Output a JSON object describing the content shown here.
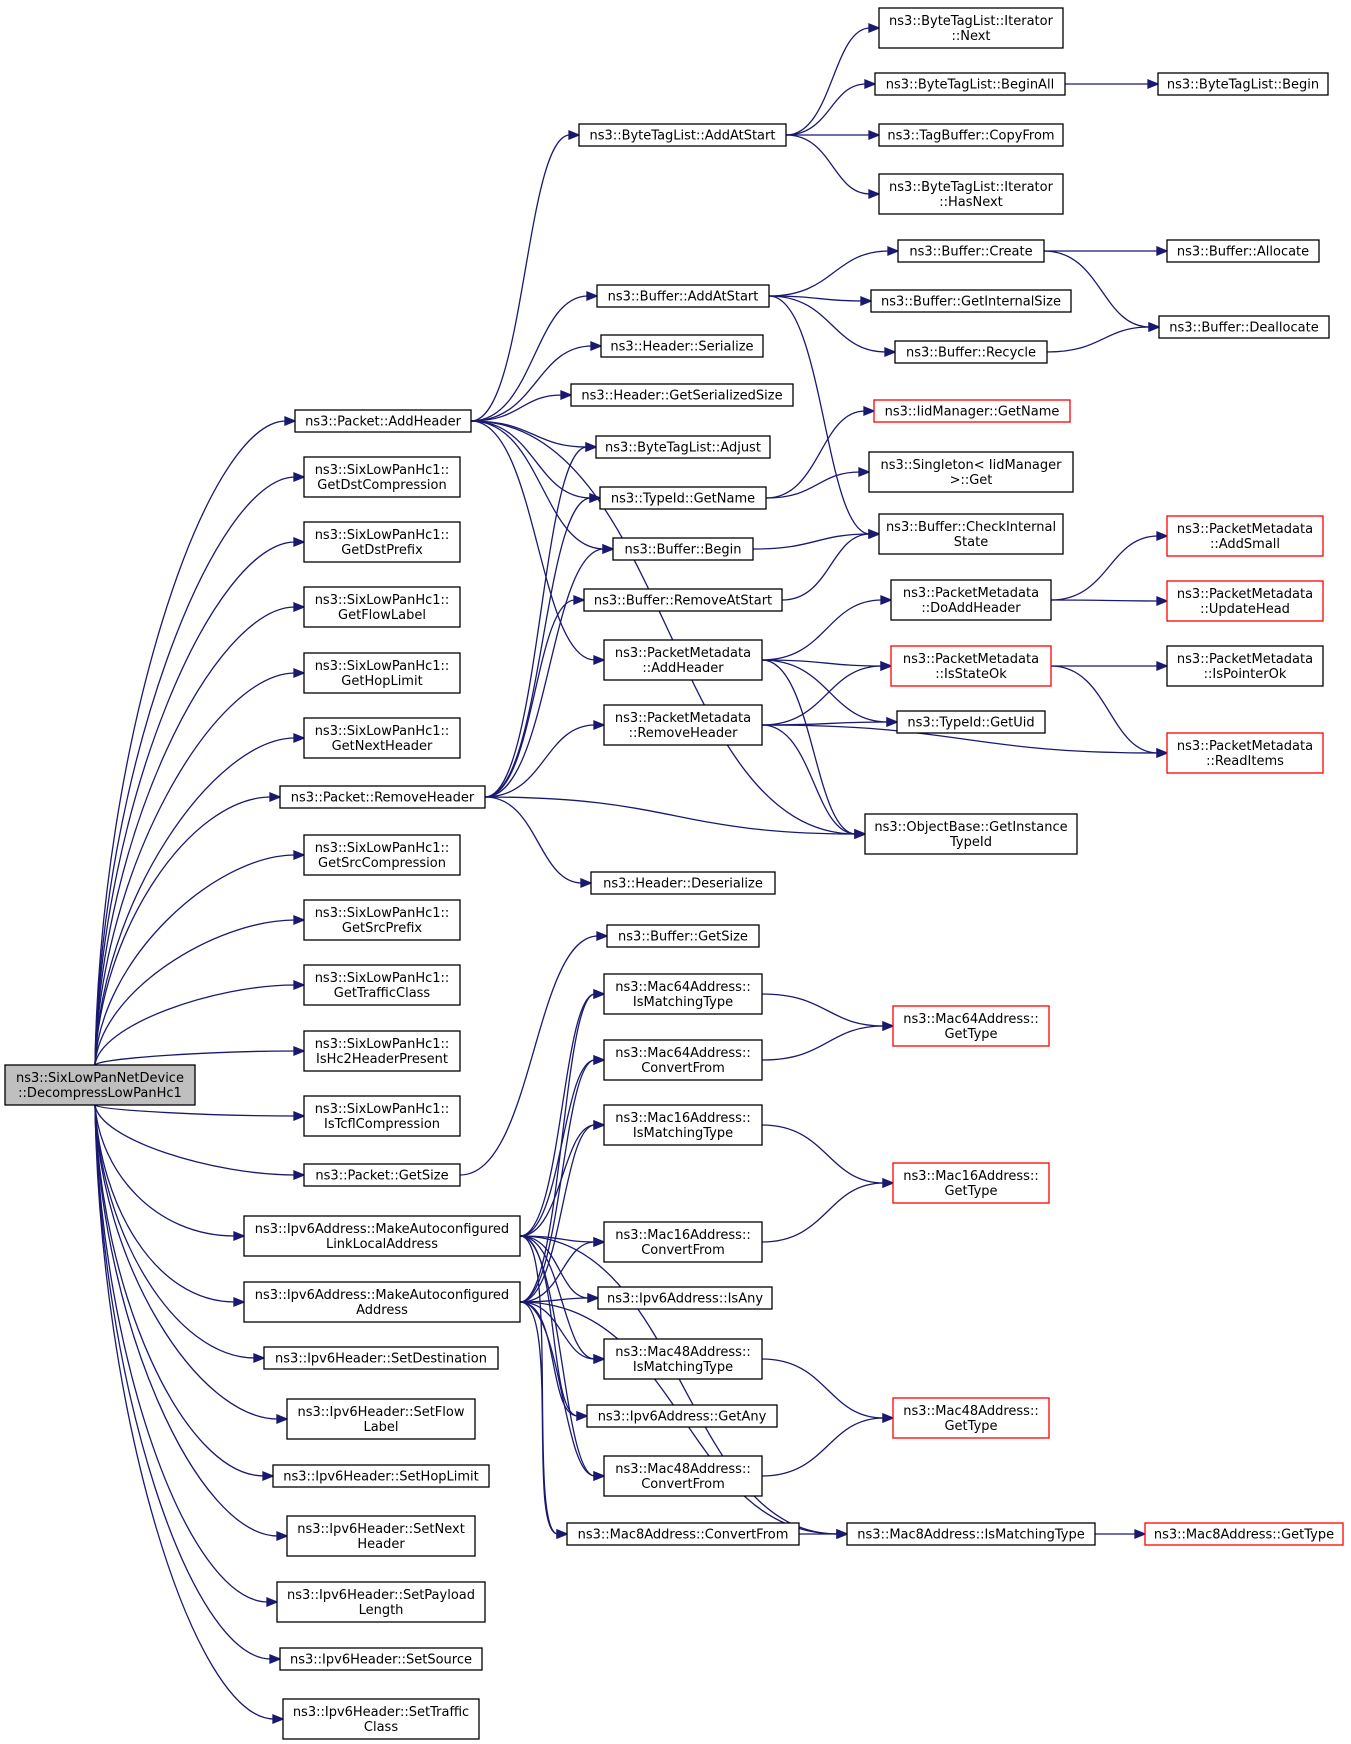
{
  "diagram": {
    "colors": {
      "edge": "#191970",
      "border": "#000000",
      "border_incomplete": "#ff0000",
      "root_fill": "#bfbfbf"
    },
    "nodes": [
      {
        "id": "root",
        "lines": [
          "ns3::SixLowPanNetDevice",
          "::DecompressLowPanHc1"
        ],
        "root": true
      },
      {
        "id": "pkt_addheader",
        "lines": [
          "ns3::Packet::AddHeader"
        ]
      },
      {
        "id": "hc1_getdstcomp",
        "lines": [
          "ns3::SixLowPanHc1::",
          "GetDstCompression"
        ]
      },
      {
        "id": "hc1_getdstprefix",
        "lines": [
          "ns3::SixLowPanHc1::",
          "GetDstPrefix"
        ]
      },
      {
        "id": "hc1_getflowlabel",
        "lines": [
          "ns3::SixLowPanHc1::",
          "GetFlowLabel"
        ]
      },
      {
        "id": "hc1_gethoplimit",
        "lines": [
          "ns3::SixLowPanHc1::",
          "GetHopLimit"
        ]
      },
      {
        "id": "hc1_getnextheader",
        "lines": [
          "ns3::SixLowPanHc1::",
          "GetNextHeader"
        ]
      },
      {
        "id": "pkt_removeheader",
        "lines": [
          "ns3::Packet::RemoveHeader"
        ]
      },
      {
        "id": "hc1_getsrccomp",
        "lines": [
          "ns3::SixLowPanHc1::",
          "GetSrcCompression"
        ]
      },
      {
        "id": "hc1_getsrcprefix",
        "lines": [
          "ns3::SixLowPanHc1::",
          "GetSrcPrefix"
        ]
      },
      {
        "id": "hc1_gettrafficclass",
        "lines": [
          "ns3::SixLowPanHc1::",
          "GetTrafficClass"
        ]
      },
      {
        "id": "hc1_ishc2",
        "lines": [
          "ns3::SixLowPanHc1::",
          "IsHc2HeaderPresent"
        ]
      },
      {
        "id": "hc1_istcfl",
        "lines": [
          "ns3::SixLowPanHc1::",
          "IsTcflCompression"
        ]
      },
      {
        "id": "pkt_getsize",
        "lines": [
          "ns3::Packet::GetSize"
        ]
      },
      {
        "id": "ipv6_makell",
        "lines": [
          "ns3::Ipv6Address::MakeAutoconfigured",
          "LinkLocalAddress"
        ]
      },
      {
        "id": "ipv6_makeac",
        "lines": [
          "ns3::Ipv6Address::MakeAutoconfigured",
          "Address"
        ]
      },
      {
        "id": "hdr_setdest",
        "lines": [
          "ns3::Ipv6Header::SetDestination"
        ]
      },
      {
        "id": "hdr_setflow",
        "lines": [
          "ns3::Ipv6Header::SetFlow",
          "Label"
        ]
      },
      {
        "id": "hdr_sethop",
        "lines": [
          "ns3::Ipv6Header::SetHopLimit"
        ]
      },
      {
        "id": "hdr_setnext",
        "lines": [
          "ns3::Ipv6Header::SetNext",
          "Header"
        ]
      },
      {
        "id": "hdr_setpayload",
        "lines": [
          "ns3::Ipv6Header::SetPayload",
          "Length"
        ]
      },
      {
        "id": "hdr_setsource",
        "lines": [
          "ns3::Ipv6Header::SetSource"
        ]
      },
      {
        "id": "hdr_settraffic",
        "lines": [
          "ns3::Ipv6Header::SetTraffic",
          "Class"
        ]
      },
      {
        "id": "btl_addatstart",
        "lines": [
          "ns3::ByteTagList::AddAtStart"
        ]
      },
      {
        "id": "buf_addatstart",
        "lines": [
          "ns3::Buffer::AddAtStart"
        ]
      },
      {
        "id": "header_serialize",
        "lines": [
          "ns3::Header::Serialize"
        ]
      },
      {
        "id": "header_getsersize",
        "lines": [
          "ns3::Header::GetSerializedSize"
        ]
      },
      {
        "id": "btl_adjust",
        "lines": [
          "ns3::ByteTagList::Adjust"
        ]
      },
      {
        "id": "typeid_getname",
        "lines": [
          "ns3::TypeId::GetName"
        ]
      },
      {
        "id": "buf_begin",
        "lines": [
          "ns3::Buffer::Begin"
        ]
      },
      {
        "id": "buf_removeatstart",
        "lines": [
          "ns3::Buffer::RemoveAtStart"
        ]
      },
      {
        "id": "pm_addheader",
        "lines": [
          "ns3::PacketMetadata",
          "::AddHeader"
        ]
      },
      {
        "id": "pm_removeheader",
        "lines": [
          "ns3::PacketMetadata",
          "::RemoveHeader"
        ]
      },
      {
        "id": "header_deserialize",
        "lines": [
          "ns3::Header::Deserialize"
        ]
      },
      {
        "id": "buf_getsize",
        "lines": [
          "ns3::Buffer::GetSize"
        ]
      },
      {
        "id": "m64_ismatch",
        "lines": [
          "ns3::Mac64Address::",
          "IsMatchingType"
        ]
      },
      {
        "id": "m64_convert",
        "lines": [
          "ns3::Mac64Address::",
          "ConvertFrom"
        ]
      },
      {
        "id": "m16_ismatch",
        "lines": [
          "ns3::Mac16Address::",
          "IsMatchingType"
        ]
      },
      {
        "id": "m16_convert",
        "lines": [
          "ns3::Mac16Address::",
          "ConvertFrom"
        ]
      },
      {
        "id": "ipv6_isany",
        "lines": [
          "ns3::Ipv6Address::IsAny"
        ]
      },
      {
        "id": "m48_ismatch",
        "lines": [
          "ns3::Mac48Address::",
          "IsMatchingType"
        ]
      },
      {
        "id": "ipv6_getany",
        "lines": [
          "ns3::Ipv6Address::GetAny"
        ]
      },
      {
        "id": "m48_convert",
        "lines": [
          "ns3::Mac48Address::",
          "ConvertFrom"
        ]
      },
      {
        "id": "m8_convert",
        "lines": [
          "ns3::Mac8Address::ConvertFrom"
        ]
      },
      {
        "id": "btli_next",
        "lines": [
          "ns3::ByteTagList::Iterator",
          "::Next"
        ]
      },
      {
        "id": "btl_beginall",
        "lines": [
          "ns3::ByteTagList::BeginAll"
        ]
      },
      {
        "id": "tagbuf_copyfrom",
        "lines": [
          "ns3::TagBuffer::CopyFrom"
        ]
      },
      {
        "id": "btli_hasnext",
        "lines": [
          "ns3::ByteTagList::Iterator",
          "::HasNext"
        ]
      },
      {
        "id": "buf_create",
        "lines": [
          "ns3::Buffer::Create"
        ]
      },
      {
        "id": "buf_getinternalsize",
        "lines": [
          "ns3::Buffer::GetInternalSize"
        ]
      },
      {
        "id": "buf_recycle",
        "lines": [
          "ns3::Buffer::Recycle"
        ]
      },
      {
        "id": "iid_getname",
        "lines": [
          "ns3::IidManager::GetName"
        ],
        "incomplete": true
      },
      {
        "id": "singleton_get",
        "lines": [
          "ns3::Singleton< IidManager",
          ">::Get"
        ]
      },
      {
        "id": "buf_checkinternal",
        "lines": [
          "ns3::Buffer::CheckInternal",
          "State"
        ]
      },
      {
        "id": "pm_doaddheader",
        "lines": [
          "ns3::PacketMetadata",
          "::DoAddHeader"
        ]
      },
      {
        "id": "pm_isstateok",
        "lines": [
          "ns3::PacketMetadata",
          "::IsStateOk"
        ],
        "incomplete": true
      },
      {
        "id": "typeid_getuid",
        "lines": [
          "ns3::TypeId::GetUid"
        ]
      },
      {
        "id": "ob_getinstancetypeid",
        "lines": [
          "ns3::ObjectBase::GetInstance",
          "TypeId"
        ]
      },
      {
        "id": "m64_gettype",
        "lines": [
          "ns3::Mac64Address::",
          "GetType"
        ],
        "incomplete": true
      },
      {
        "id": "m16_gettype",
        "lines": [
          "ns3::Mac16Address::",
          "GetType"
        ],
        "incomplete": true
      },
      {
        "id": "m48_gettype",
        "lines": [
          "ns3::Mac48Address::",
          "GetType"
        ],
        "incomplete": true
      },
      {
        "id": "m8_ismatch",
        "lines": [
          "ns3::Mac8Address::IsMatchingType"
        ]
      },
      {
        "id": "btl_begin",
        "lines": [
          "ns3::ByteTagList::Begin"
        ]
      },
      {
        "id": "buf_allocate",
        "lines": [
          "ns3::Buffer::Allocate"
        ]
      },
      {
        "id": "buf_deallocate",
        "lines": [
          "ns3::Buffer::Deallocate"
        ]
      },
      {
        "id": "pm_addsmall",
        "lines": [
          "ns3::PacketMetadata",
          "::AddSmall"
        ],
        "incomplete": true
      },
      {
        "id": "pm_updatehead",
        "lines": [
          "ns3::PacketMetadata",
          "::UpdateHead"
        ],
        "incomplete": true
      },
      {
        "id": "pm_ispointerok",
        "lines": [
          "ns3::PacketMetadata",
          "::IsPointerOk"
        ]
      },
      {
        "id": "pm_readitems",
        "lines": [
          "ns3::PacketMetadata",
          "::ReadItems"
        ],
        "incomplete": true
      },
      {
        "id": "m8_gettype",
        "lines": [
          "ns3::Mac8Address::GetType"
        ],
        "incomplete": true
      }
    ],
    "edges": [
      [
        "root",
        "pkt_addheader"
      ],
      [
        "root",
        "hc1_getdstcomp"
      ],
      [
        "root",
        "hc1_getdstprefix"
      ],
      [
        "root",
        "hc1_getflowlabel"
      ],
      [
        "root",
        "hc1_gethoplimit"
      ],
      [
        "root",
        "hc1_getnextheader"
      ],
      [
        "root",
        "pkt_removeheader"
      ],
      [
        "root",
        "hc1_getsrccomp"
      ],
      [
        "root",
        "hc1_getsrcprefix"
      ],
      [
        "root",
        "hc1_gettrafficclass"
      ],
      [
        "root",
        "hc1_ishc2"
      ],
      [
        "root",
        "hc1_istcfl"
      ],
      [
        "root",
        "pkt_getsize"
      ],
      [
        "root",
        "ipv6_makell"
      ],
      [
        "root",
        "ipv6_makeac"
      ],
      [
        "root",
        "hdr_setdest"
      ],
      [
        "root",
        "hdr_setflow"
      ],
      [
        "root",
        "hdr_sethop"
      ],
      [
        "root",
        "hdr_setnext"
      ],
      [
        "root",
        "hdr_setpayload"
      ],
      [
        "root",
        "hdr_setsource"
      ],
      [
        "root",
        "hdr_settraffic"
      ],
      [
        "pkt_addheader",
        "btl_addatstart"
      ],
      [
        "pkt_addheader",
        "buf_addatstart"
      ],
      [
        "pkt_addheader",
        "header_serialize"
      ],
      [
        "pkt_addheader",
        "header_getsersize"
      ],
      [
        "pkt_addheader",
        "btl_adjust"
      ],
      [
        "pkt_addheader",
        "typeid_getname"
      ],
      [
        "pkt_addheader",
        "buf_begin"
      ],
      [
        "pkt_addheader",
        "pm_addheader"
      ],
      [
        "pkt_addheader",
        "ob_getinstancetypeid"
      ],
      [
        "btl_addatstart",
        "btli_next"
      ],
      [
        "btl_addatstart",
        "btl_beginall"
      ],
      [
        "btl_addatstart",
        "tagbuf_copyfrom"
      ],
      [
        "btl_addatstart",
        "btli_hasnext"
      ],
      [
        "btl_beginall",
        "btl_begin"
      ],
      [
        "buf_addatstart",
        "buf_create"
      ],
      [
        "buf_addatstart",
        "buf_getinternalsize"
      ],
      [
        "buf_addatstart",
        "buf_recycle"
      ],
      [
        "buf_addatstart",
        "buf_checkinternal"
      ],
      [
        "buf_create",
        "buf_allocate"
      ],
      [
        "buf_create",
        "buf_deallocate"
      ],
      [
        "buf_recycle",
        "buf_deallocate"
      ],
      [
        "typeid_getname",
        "iid_getname"
      ],
      [
        "typeid_getname",
        "singleton_get"
      ],
      [
        "buf_begin",
        "buf_checkinternal"
      ],
      [
        "buf_removeatstart",
        "buf_checkinternal"
      ],
      [
        "pm_addheader",
        "pm_doaddheader"
      ],
      [
        "pm_addheader",
        "pm_isstateok"
      ],
      [
        "pm_addheader",
        "typeid_getuid"
      ],
      [
        "pm_addheader",
        "ob_getinstancetypeid"
      ],
      [
        "pm_doaddheader",
        "pm_addsmall"
      ],
      [
        "pm_doaddheader",
        "pm_updatehead"
      ],
      [
        "pm_isstateok",
        "pm_ispointerok"
      ],
      [
        "pm_isstateok",
        "pm_readitems"
      ],
      [
        "pm_removeheader",
        "pm_isstateok"
      ],
      [
        "pm_removeheader",
        "typeid_getuid"
      ],
      [
        "pm_removeheader",
        "pm_readitems"
      ],
      [
        "pm_removeheader",
        "ob_getinstancetypeid"
      ],
      [
        "pkt_removeheader",
        "btl_adjust"
      ],
      [
        "pkt_removeheader",
        "typeid_getname"
      ],
      [
        "pkt_removeheader",
        "buf_begin"
      ],
      [
        "pkt_removeheader",
        "buf_removeatstart"
      ],
      [
        "pkt_removeheader",
        "pm_removeheader"
      ],
      [
        "pkt_removeheader",
        "ob_getinstancetypeid"
      ],
      [
        "pkt_removeheader",
        "header_deserialize"
      ],
      [
        "pkt_getsize",
        "buf_getsize"
      ],
      [
        "ipv6_makell",
        "m64_ismatch"
      ],
      [
        "ipv6_makell",
        "m64_convert"
      ],
      [
        "ipv6_makell",
        "m16_ismatch"
      ],
      [
        "ipv6_makell",
        "m16_convert"
      ],
      [
        "ipv6_makell",
        "ipv6_isany"
      ],
      [
        "ipv6_makell",
        "m48_ismatch"
      ],
      [
        "ipv6_makell",
        "ipv6_getany"
      ],
      [
        "ipv6_makell",
        "m48_convert"
      ],
      [
        "ipv6_makell",
        "m8_convert"
      ],
      [
        "ipv6_makell",
        "m8_ismatch"
      ],
      [
        "ipv6_makeac",
        "m64_ismatch"
      ],
      [
        "ipv6_makeac",
        "m64_convert"
      ],
      [
        "ipv6_makeac",
        "m16_ismatch"
      ],
      [
        "ipv6_makeac",
        "m16_convert"
      ],
      [
        "ipv6_makeac",
        "ipv6_isany"
      ],
      [
        "ipv6_makeac",
        "m48_ismatch"
      ],
      [
        "ipv6_makeac",
        "ipv6_getany"
      ],
      [
        "ipv6_makeac",
        "m48_convert"
      ],
      [
        "ipv6_makeac",
        "m8_convert"
      ],
      [
        "ipv6_makeac",
        "m8_ismatch"
      ],
      [
        "m64_ismatch",
        "m64_gettype"
      ],
      [
        "m64_convert",
        "m64_gettype"
      ],
      [
        "m16_ismatch",
        "m16_gettype"
      ],
      [
        "m16_convert",
        "m16_gettype"
      ],
      [
        "m48_ismatch",
        "m48_gettype"
      ],
      [
        "m48_convert",
        "m48_gettype"
      ],
      [
        "m8_convert",
        "m8_ismatch"
      ],
      [
        "m8_ismatch",
        "m8_gettype"
      ]
    ]
  }
}
